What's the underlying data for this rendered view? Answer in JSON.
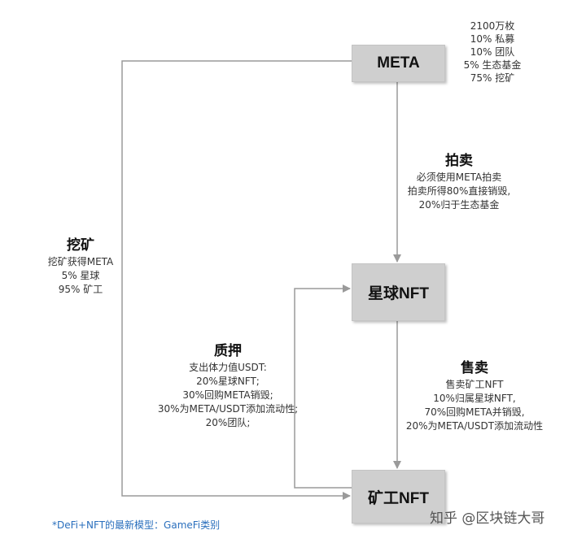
{
  "nodes": {
    "meta": "META",
    "star_nft": "星球NFT",
    "miner_nft": "矿工NFT"
  },
  "token_info": [
    "2100万枚",
    "10% 私募",
    "10% 团队",
    "5% 生态基金",
    "75% 挖矿"
  ],
  "auction": {
    "title": "拍卖",
    "lines": [
      "必须使用META拍卖",
      "拍卖所得80%直接销毁,",
      "20%归于生态基金"
    ]
  },
  "mining": {
    "title": "挖矿",
    "lines": [
      "挖矿获得META",
      "5% 星球",
      "95% 矿工"
    ]
  },
  "stake": {
    "title": "质押",
    "lines": [
      "支出体力值USDT:",
      "20%星球NFT;",
      "30%回购META销毁;",
      "30%为META/USDT添加流动性;",
      "20%团队;"
    ]
  },
  "sale": {
    "title": "售卖",
    "lines": [
      "售卖矿工NFT",
      "10%归属星球NFT,",
      "70%回购META并销毁,",
      "20%为META/USDT添加流动性"
    ]
  },
  "footer_caption": "*DeFi+NFT的最新模型：GameFi类别",
  "watermark": "知乎 @区块链大哥"
}
